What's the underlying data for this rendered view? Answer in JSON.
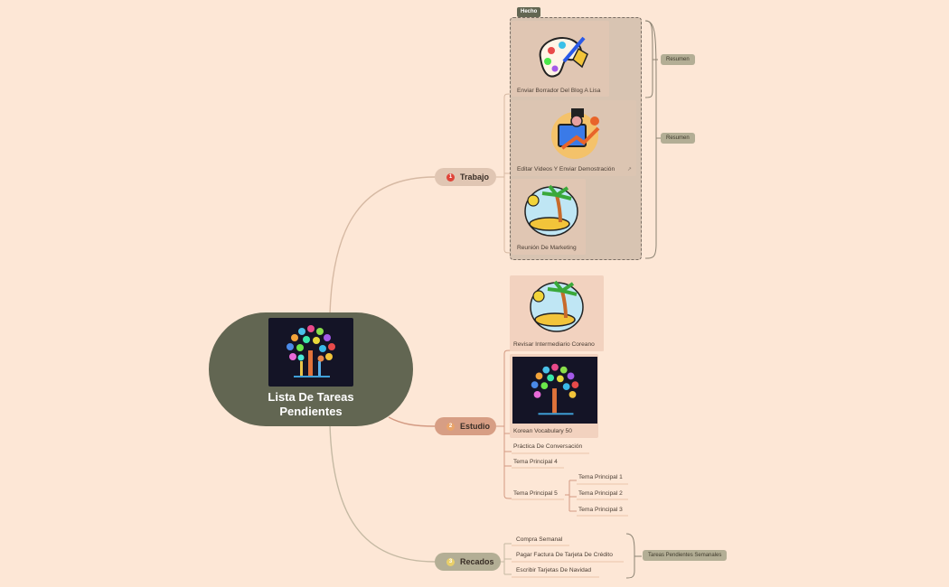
{
  "mind_map": {
    "central": {
      "title": "Lista De Tareas Pendientes",
      "image": "tree-of-app-icons"
    },
    "branches": [
      {
        "number": "1",
        "label": "Trabajo",
        "num_color": "#e0453a",
        "group_label": "Hecho",
        "children": [
          {
            "label": "Enviar Borrador Del Blog A Lisa",
            "image": "paint-palette-icon"
          },
          {
            "label": "Editar Videos Y Enviar Demostración",
            "image": "presentation-growth-icon",
            "link": true
          },
          {
            "label": "Reunión De Marketing",
            "image": "island-palm-icon"
          }
        ],
        "summaries": [
          "Resumen",
          "Resumen"
        ]
      },
      {
        "number": "2",
        "label": "Estudio",
        "num_color": "#e9a46a",
        "children": [
          {
            "label": "Revisar Intermediario Coreano",
            "image": "island-palm-icon"
          },
          {
            "label": "Korean Vocabulary 50",
            "image": "tree-of-app-icons"
          },
          {
            "label": "Práctica De Conversación"
          },
          {
            "label": "Tema Principal 4"
          },
          {
            "label": "Tema Principal 5",
            "children": [
              "Tema Principal 1",
              "Tema Principal 2",
              "Tema Principal 3"
            ]
          }
        ]
      },
      {
        "number": "3",
        "label": "Recados",
        "num_color": "#e9cf6a",
        "children": [
          {
            "label": "Compra Semanal"
          },
          {
            "label": "Pagar Factura De Tarjeta De Crédito"
          },
          {
            "label": "Escribir Tarjetas De Navidad"
          }
        ],
        "summaries": [
          "Tareas Pendientes Semanales"
        ]
      }
    ]
  },
  "colors": {
    "background": "#fde7d6",
    "central": "#626652",
    "branch_work": "#e0c6b3",
    "branch_study": "#d79e84",
    "branch_errands": "#b3ae95",
    "summary": "#b3ae95"
  }
}
